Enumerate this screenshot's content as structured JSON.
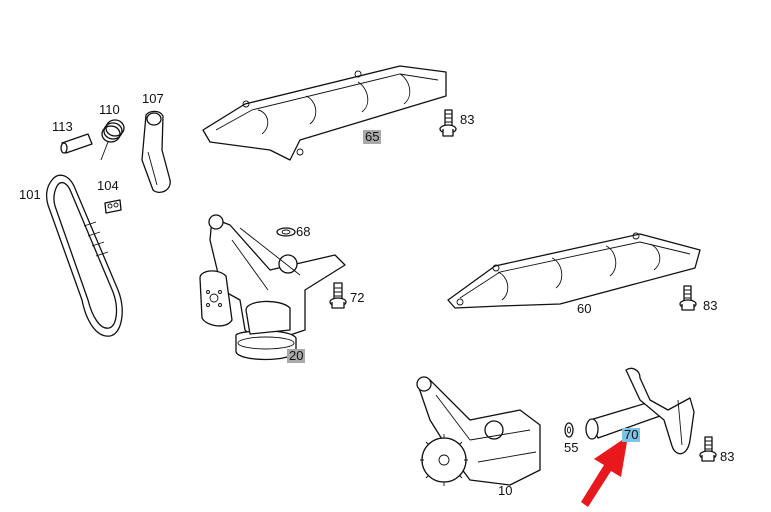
{
  "callouts": {
    "c113": "113",
    "c110": "110",
    "c107": "107",
    "c101": "101",
    "c104": "104",
    "c65": "65",
    "c83a": "83",
    "c68": "68",
    "c72": "72",
    "c20": "20",
    "c60": "60",
    "c83b": "83",
    "c55": "55",
    "c70": "70",
    "c83c": "83",
    "c10": "10"
  },
  "colors": {
    "highlight_gray": "#a9a9a9",
    "highlight_blue": "#7cc3e8",
    "arrow_red": "#e8181c"
  }
}
